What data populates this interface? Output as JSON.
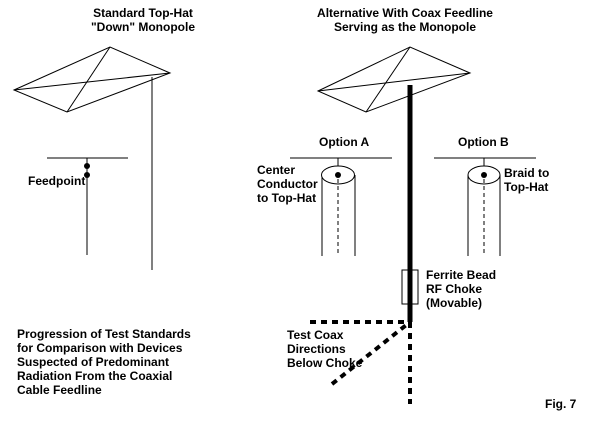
{
  "heading_left": "Standard Top-Hat\n\"Down\" Monopole",
  "heading_right": "Alternative With Coax Feedline\nServing as the Monopole",
  "feedpoint_label": "Feedpoint",
  "option_a": {
    "title": "Option A",
    "caption": "Center\nConductor\nto Top-Hat"
  },
  "option_b": {
    "title": "Option B",
    "caption": "Braid to\nTop-Hat"
  },
  "choke_label": "Ferrite Bead\nRF Choke\n(Movable)",
  "test_coax_label": "Test Coax\nDirections\nBelow Choke",
  "progression_text": "Progression of Test Standards\nfor Comparison with Devices\nSuspected of Predominant\nRadiation From the Coaxial\nCable Feedline",
  "fig_label": "Fig. 7",
  "colors": {
    "ink": "#000000",
    "background": "#ffffff"
  }
}
